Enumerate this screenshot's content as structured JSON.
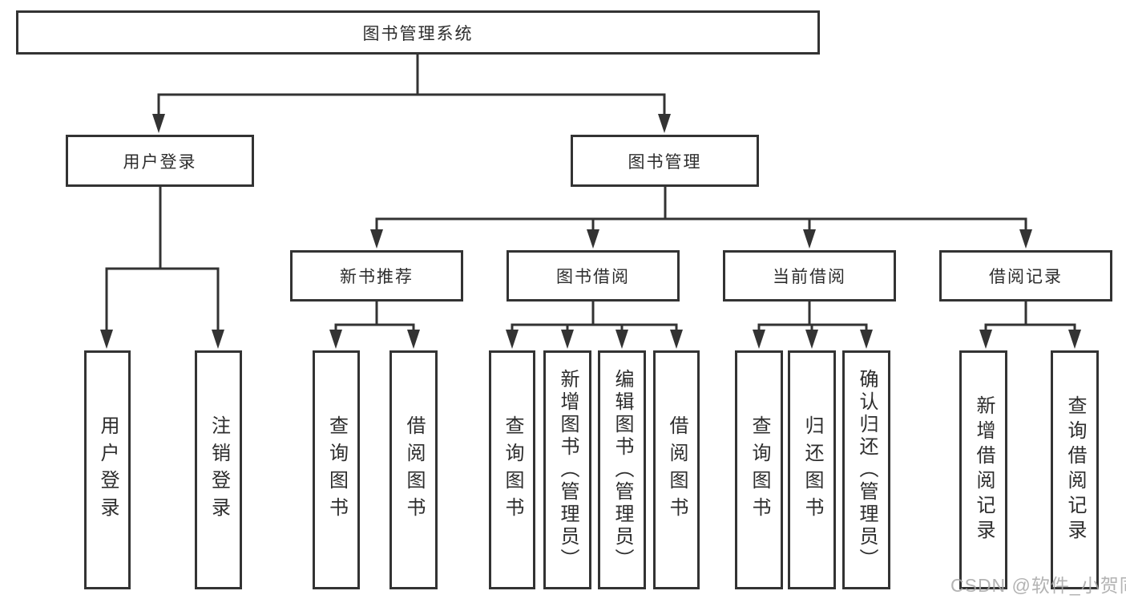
{
  "tree": {
    "label": "图书管理系统",
    "children": [
      {
        "label": "用户登录",
        "children": [
          {
            "label": "用户登录"
          },
          {
            "label": "注销登录"
          }
        ]
      },
      {
        "label": "图书管理",
        "children": [
          {
            "label": "新书推荐",
            "children": [
              {
                "label": "查询图书"
              },
              {
                "label": "借阅图书"
              }
            ]
          },
          {
            "label": "图书借阅",
            "children": [
              {
                "label": "查询图书"
              },
              {
                "label": "新增图书（管理员）"
              },
              {
                "label": "编辑图书（管理员）"
              },
              {
                "label": "借阅图书"
              }
            ]
          },
          {
            "label": "当前借阅",
            "children": [
              {
                "label": "查询图书"
              },
              {
                "label": "归还图书"
              },
              {
                "label": "确认归还（管理员）"
              }
            ]
          },
          {
            "label": "借阅记录",
            "children": [
              {
                "label": "新增借阅记录"
              },
              {
                "label": "查询借阅记录"
              }
            ]
          }
        ]
      }
    ]
  },
  "watermark": {
    "text": "CSDN @软件_小贺同学"
  },
  "colors": {
    "line": "#333333",
    "background": "#ffffff",
    "watermark": "#a6a6a6"
  }
}
